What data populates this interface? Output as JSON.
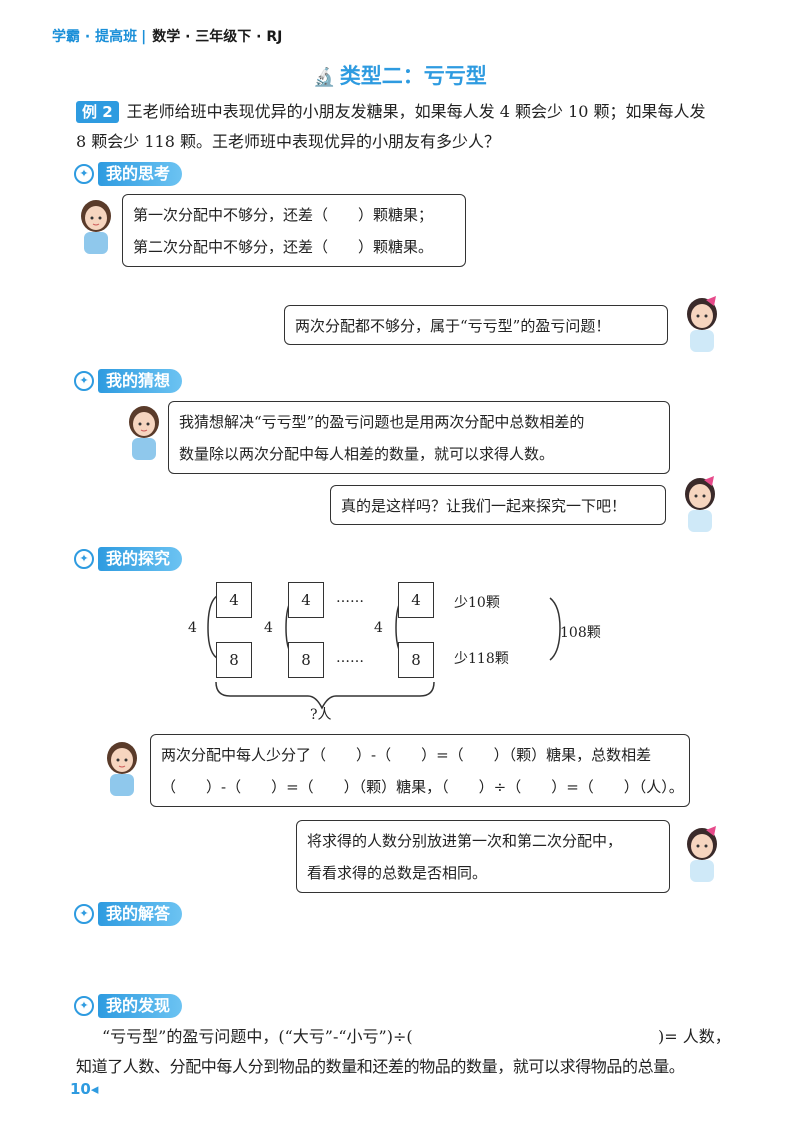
{
  "header": {
    "brand": "学霸",
    "series": "提高班",
    "subject": "数学",
    "grade": "三年级下",
    "edition": "RJ"
  },
  "title": "类型二：亏亏型",
  "example": {
    "badge": "例 2",
    "line1": "王老师给班中表现优异的小朋友发糖果，如果每人发 4 颗会少 10 颗；如果每人发",
    "line2": "8 颗会少 118 颗。王老师班中表现优异的小朋友有多少人？"
  },
  "sections": {
    "think": "我的思考",
    "guess": "我的猜想",
    "explore": "我的探究",
    "answer": "我的解答",
    "discover": "我的发现"
  },
  "think": {
    "bubble_line1": "第一次分配中不够分，还差（　　）颗糖果；",
    "bubble_line2": "第二次分配中不够分，还差（　　）颗糖果。",
    "reply": "两次分配都不够分，属于“亏亏型”的盈亏问题！"
  },
  "guess": {
    "bubble_line1": "我猜想解决“亏亏型”的盈亏问题也是用两次分配中总数相差的",
    "bubble_line2": "数量除以两次分配中每人相差的数量，就可以求得人数。",
    "reply": "真的是这样吗？让我们一起来探究一下吧！"
  },
  "diagram": {
    "row1_values": [
      "4",
      "4",
      "4"
    ],
    "row2_values": [
      "8",
      "8",
      "8"
    ],
    "brace_labels": [
      "4",
      "4",
      "4"
    ],
    "dots": "……",
    "short1": "少10颗",
    "short2": "少118颗",
    "difference": "108颗",
    "people": "?人"
  },
  "explore": {
    "bubble_line1": "两次分配中每人少分了（　　）-（　　）=（　　）（颗）糖果，总数相差",
    "bubble_line2": "（　　）-（　　）=（　　）（颗）糖果，（　　）÷（　　）=（　　）（人）。",
    "reply_line1": "将求得的人数分别放进第一次和第二次分配中，",
    "reply_line2": "看看求得的总数是否相同。"
  },
  "discover": {
    "line1_left": "“亏亏型”的盈亏问题中，(“大亏”-“小亏”)÷(",
    "line1_right": ")= 人数，",
    "line2": "知道了人数、分配中每人分到物品的数量和还差的物品的数量，就可以求得物品的总量。"
  },
  "page_number": "10"
}
